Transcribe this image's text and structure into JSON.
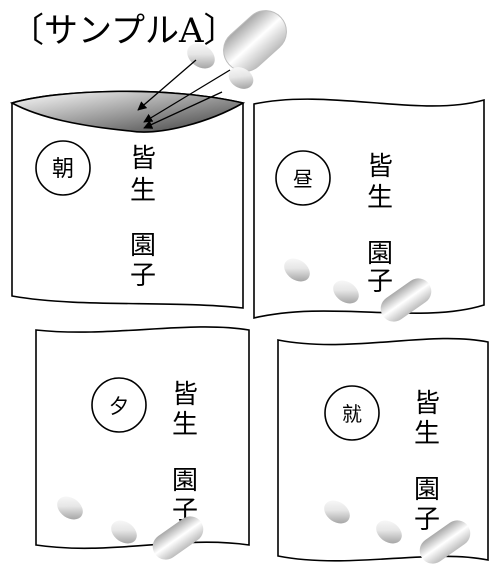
{
  "title": "〔サンプルA〕",
  "packets": [
    {
      "time_label": "朝",
      "name_line1": "皆",
      "name_line2": "生",
      "name_line3": "園",
      "name_line4": "子",
      "state": "open"
    },
    {
      "time_label": "昼",
      "name_line1": "皆",
      "name_line2": "生",
      "name_line3": "園",
      "name_line4": "子",
      "state": "closed"
    },
    {
      "time_label": "夕",
      "name_line1": "皆",
      "name_line2": "生",
      "name_line3": "園",
      "name_line4": "子",
      "state": "closed"
    },
    {
      "time_label": "就",
      "name_line1": "皆",
      "name_line2": "生",
      "name_line3": "園",
      "name_line4": "子",
      "state": "closed"
    }
  ],
  "colors": {
    "stroke": "#000000",
    "pill_light": "#f2f2f2",
    "pill_dark": "#9a9a9a"
  }
}
